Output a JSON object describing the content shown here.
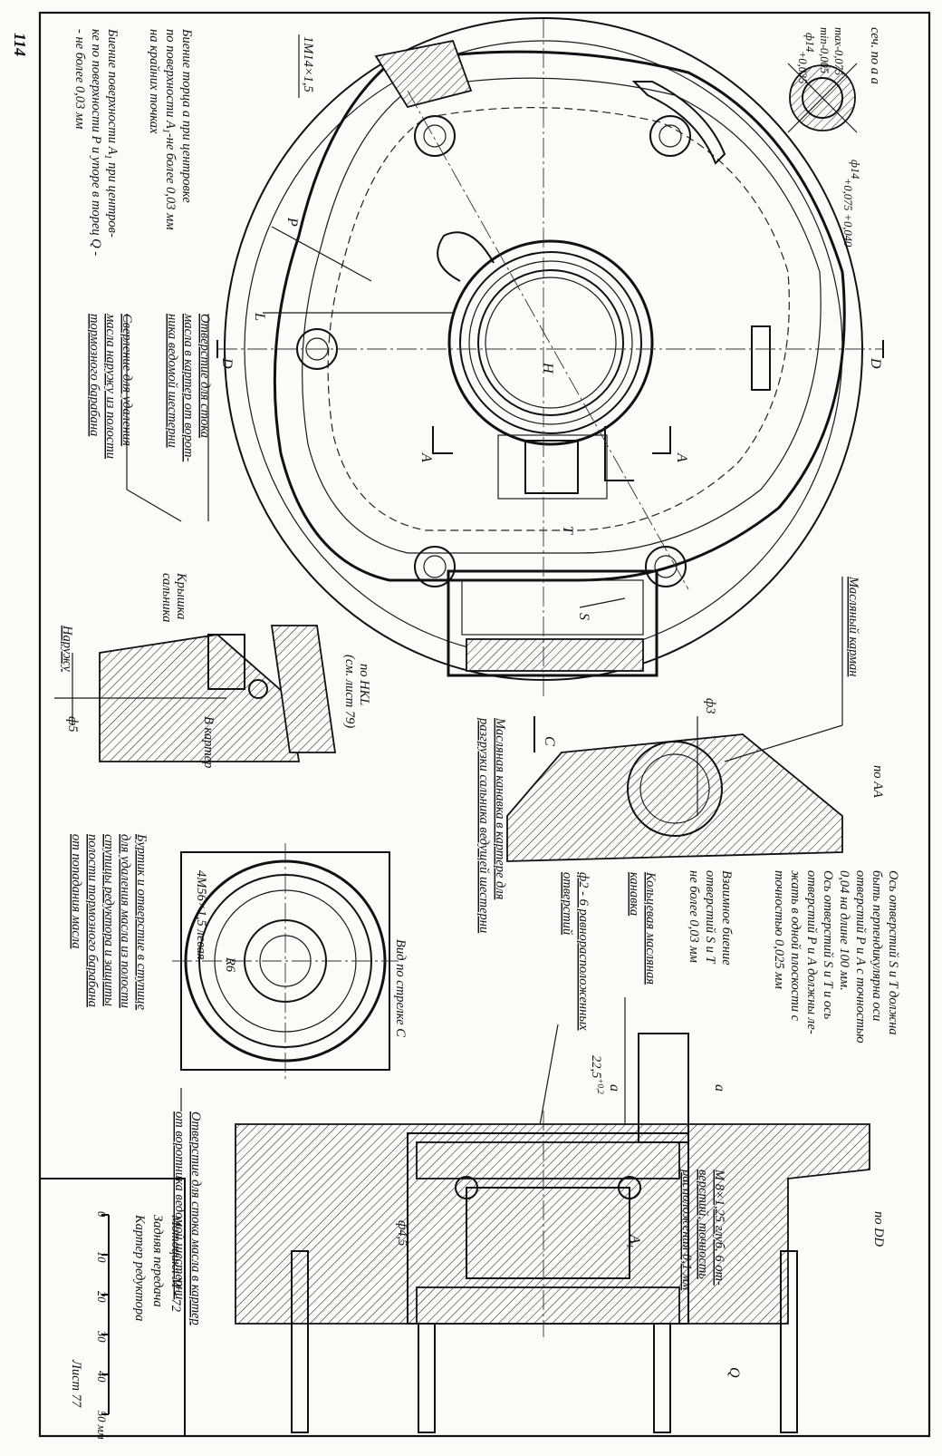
{
  "page_number": "114",
  "section_aa_detail": {
    "title": "сеч. по а а",
    "tol_line_1": "max-0,075",
    "tol_line_2": "min-0,005",
    "dia_top": "ф14",
    "dia_top_tol": "+0,035",
    "dia_right": "ф14",
    "dia_right_tol": "+0,075 +0,040"
  },
  "thread_top": "1М14×1,5",
  "notes": {
    "runout_face_a_l1": "Биение торца а при центровке",
    "runout_face_a_l2": "по поверхности А",
    "runout_face_a_sub": "1",
    "runout_face_a_l2b": "-не более 0,03 мм",
    "runout_face_a_l3": "на крайних точках",
    "runout_surface_a_l1": "Биение поверхности А",
    "runout_surface_a_sub": "1",
    "runout_surface_a_l1b": " при центров-",
    "runout_surface_a_l2": "ке по поверхности Р и упоре в торец Q -",
    "runout_surface_a_l3": "- не более 0,03 мм",
    "drain_hole_l1": "Отверстие для стока",
    "drain_hole_l2": "масла в картер от ворот-",
    "drain_hole_l3": "ника ведомой шестерни",
    "drilling_l1": "Сверление для удаления",
    "drilling_l2": "масла наружу из полости",
    "drilling_l3": "тормозного барабана",
    "seal_cover_l1": "Крышка",
    "seal_cover_l2": "сальника",
    "seal_ref_l1": "по НКL",
    "seal_ref_l2": "(см. лист 79)",
    "outward": "Наружу",
    "into_case": "В картер",
    "oil_groove_l1": "Масляная канавка в картере для",
    "oil_groove_l2": "разгрузки сальника ведущей шестерни",
    "oil_pocket": "Масляный карман",
    "bead_l1": "Буртик и отверстие в ступице",
    "bead_l2": "для удаления масла из полости",
    "bead_l3": "ступицы редуктора и защиты",
    "bead_l4": "полости тормозного барабана",
    "bead_l5": "от попадания масла",
    "ring_groove_l1": "Кольцевая масляная",
    "ring_groove_l2": "канавка",
    "holes_2_l1": "ф2 - 6 равнорасположенных",
    "holes_2_l2": "отверстий",
    "axis_req_l1": "Ось отверстий S и T должна",
    "axis_req_l2": "быть перпендикулярна оси",
    "axis_req_l3": "отверстий P и A",
    "axis_req_l3b": " с точностью",
    "axis_req_l4": "0,04 на длине 100 мм.",
    "axis_req_l5": "Ось отверстий S и T и ось",
    "axis_req_l6": "отверстий P и A",
    "axis_req_l6b": " должны ле-",
    "axis_req_l7": "жать в одной плоскости с",
    "axis_req_l8": "точностью 0,025 мм",
    "mutual_runout_l1": "Взаимное биение",
    "mutual_runout_l2": "отверстий S и T",
    "mutual_runout_l3": "не более 0,03 мм",
    "m8_l1": "М 8×1,25 глуб. 6 от-",
    "m8_l2": "верстий, точность",
    "m8_l3": "расположения 0,1 мм",
    "drain_ring_l1": "Отверстие для стока масла в картер",
    "drain_ring_l2": "от воротника ведомой шестерни"
  },
  "views": {
    "by_aa": "по АА",
    "by_dd": "по DD",
    "arrow_c": "Вид по стрелке С",
    "thread_left": "4М56×1,5 левая"
  },
  "dims": {
    "d3": "ф3",
    "d5": "ф5",
    "r6": "R6",
    "d45": "ф4,5",
    "len_22": "22,5",
    "len_22_tol": "+0,2"
  },
  "letters": {
    "a": "а",
    "A": "А",
    "T": "T",
    "S": "S",
    "P": "P",
    "L": "L",
    "H": "H",
    "D": "D",
    "C": "С",
    "Q": "Q",
    "A1": "А",
    "A1_sub": "1"
  },
  "title_block": {
    "line_1": "Мотоцикл М - 72",
    "line_2": "Задняя передача",
    "line_3": "Картер редуктора",
    "sheet": "Лист 77",
    "scale_ticks": [
      "0",
      "10",
      "20",
      "30",
      "40",
      "50 мм"
    ]
  }
}
